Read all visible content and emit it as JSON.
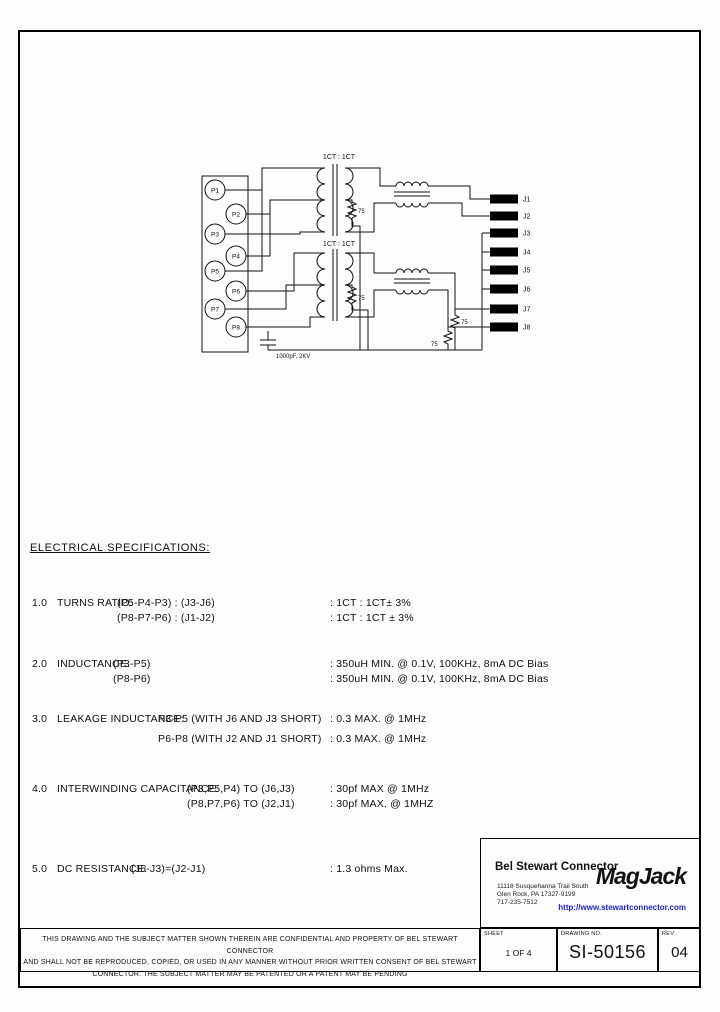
{
  "schematic": {
    "turns_ratio_label_top": "1CT : 1CT",
    "turns_ratio_label_bottom": "1CT : 1CT",
    "pins": [
      "P1",
      "P2",
      "P3",
      "P4",
      "P5",
      "P6",
      "P7",
      "P8"
    ],
    "jacks": [
      "J1",
      "J2",
      "J3",
      "J4",
      "J5",
      "J6",
      "J7",
      "J8"
    ],
    "center_tap_resistor_top": "75",
    "center_tap_resistor_bottom": "75",
    "termination_resistor_left": "75",
    "termination_resistor_right": "75",
    "capacitor_label": "1000pF, 2KV"
  },
  "specs": {
    "heading": "ELECTRICAL SPECIFICATIONS:",
    "items": [
      {
        "num": "1.0",
        "label": "TURNS RATIO:",
        "rows": [
          {
            "expr": "(P5-P4-P3) : (J3-J6)",
            "value": ": 1CT : 1CT± 3%"
          },
          {
            "expr": "(P8-P7-P6) : (J1-J2)",
            "value": ": 1CT : 1CT ± 3%"
          }
        ]
      },
      {
        "num": "2.0",
        "label": "INDUCTANCE:",
        "rows": [
          {
            "expr": "(P3-P5)",
            "value": ": 350uH MIN. @ 0.1V, 100KHz, 8mA DC Bias"
          },
          {
            "expr": "(P8-P6)",
            "value": ": 350uH MIN. @ 0.1V, 100KHz, 8mA DC Bias"
          }
        ]
      },
      {
        "num": "3.0",
        "label": "LEAKAGE INDUCTANCE:",
        "rows": [
          {
            "expr": "P3-P5 (WITH J6 AND J3 SHORT)",
            "value": ": 0.3 MAX. @ 1MHz"
          },
          {
            "expr": "P6-P8 (WITH J2 AND J1 SHORT)",
            "value": ": 0.3 MAX. @ 1MHz"
          }
        ]
      },
      {
        "num": "4.0",
        "label": "INTERWINDING CAPACITANCE:",
        "rows": [
          {
            "expr": "(P3,P5,P4) TO (J6,J3)",
            "value": ": 30pf MAX @ 1MHz"
          },
          {
            "expr": "(P8,P7,P6) TO (J2,J1)",
            "value": ": 30pf MAX. @ 1MHZ"
          }
        ]
      },
      {
        "num": "5.0",
        "label": "DC RESISTANCE:",
        "rows": [
          {
            "expr": "(J6-J3)=(J2-J1)",
            "value": ": 1.3 ohms Max."
          }
        ]
      }
    ]
  },
  "title_block": {
    "company": "Bel Stewart Connector",
    "address_line1": "11118 Susquehanna Trail South",
    "address_line2": "Glen Rock, PA 17327-9199",
    "phone": "717-235-7512",
    "brand": "MagJack",
    "website": "http://www.stewartconnector.com"
  },
  "footer": {
    "disclaimer_lines": [
      "THIS DRAWING AND THE SUBJECT MATTER SHOWN THEREIN ARE CONFIDENTIAL AND PROPERTY OF BEL STEWART CONNECTOR",
      "AND SHALL NOT BE REPRODUCED, COPIED, OR USED IN ANY MANNER WITHOUT PRIOR WRITTEN CONSENT OF BEL STEWART",
      "CONNECTOR.  THE SUBJECT MATTER MAY BE PATENTED OR A PATENT MAY BE PENDING"
    ],
    "sheet_label": "SHEET",
    "sheet_value": "1 OF 4",
    "drawing_no_label": "DRAWING NO.",
    "drawing_no_value": "SI-50156",
    "rev_label": "REV",
    "rev_value": "04"
  }
}
